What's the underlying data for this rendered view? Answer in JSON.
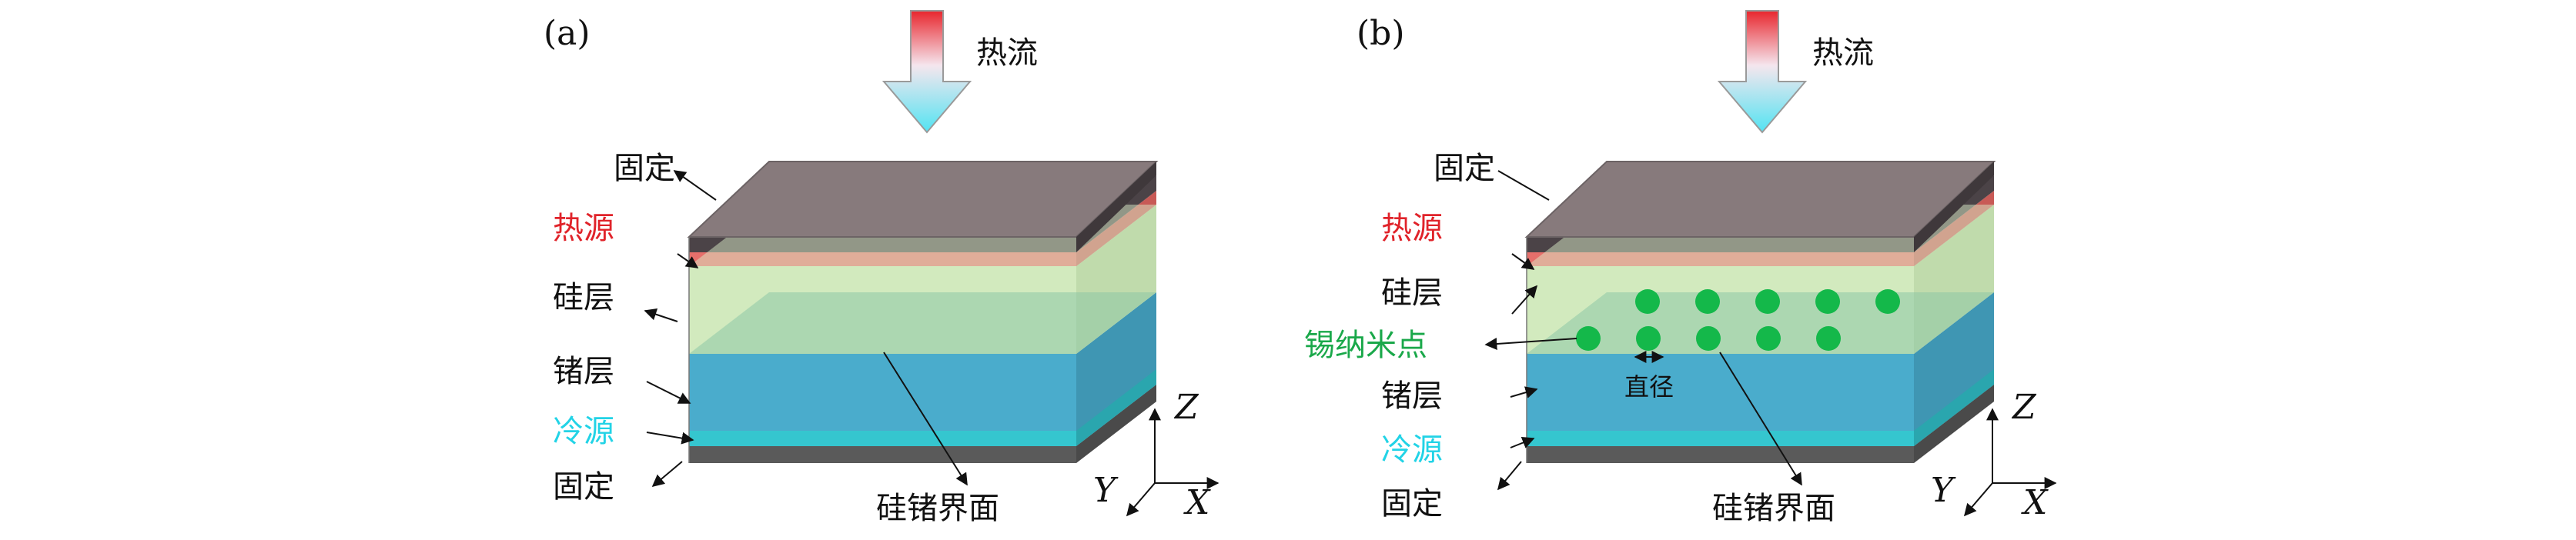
{
  "colors": {
    "fixed": "#6a5f63",
    "heat_source": "#e66f6b",
    "silicon": "#cde8b7",
    "germanium": "#4aaccc",
    "cold_source": "#35c6cf",
    "nanodot": "#14b84a",
    "label_red": "#e0232a",
    "label_cyan": "#22d3e6",
    "label_green": "#1aa84a"
  },
  "panel_a": {
    "tag": "(a)",
    "heat_flow": "热流",
    "labels": {
      "fixed_top": "固定",
      "heat_source": "热源",
      "silicon": "硅层",
      "germanium": "锗层",
      "cold_source": "冷源",
      "fixed_bottom": "固定",
      "interface": "硅锗界面"
    },
    "axes": {
      "z": "Z",
      "y": "Y",
      "x": "X"
    }
  },
  "panel_b": {
    "tag": "(b)",
    "heat_flow": "热流",
    "labels": {
      "fixed_top": "固定",
      "heat_source": "热源",
      "silicon": "硅层",
      "nanodots": "锡纳米点",
      "diameter": "直径",
      "germanium": "锗层",
      "cold_source": "冷源",
      "fixed_bottom": "固定",
      "interface": "硅锗界面"
    },
    "axes": {
      "z": "Z",
      "y": "Y",
      "x": "X"
    }
  }
}
